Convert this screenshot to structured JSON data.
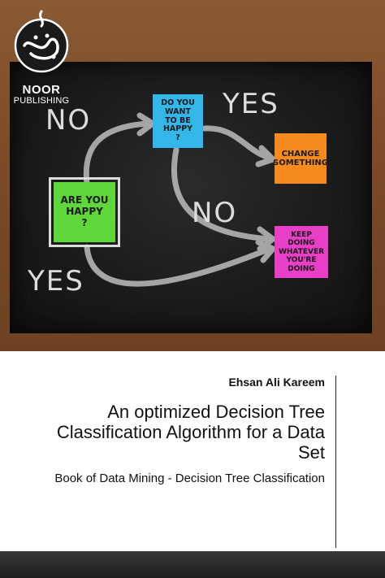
{
  "cover": {
    "board": {
      "no_top": "NO",
      "yes_top": "YES",
      "no_middle": "NO",
      "yes_bottom": "YES",
      "notes": {
        "are_you_happy": {
          "text": "ARE YOU\nHAPPY\n?",
          "color": "#5fd63a"
        },
        "do_you_want": {
          "text": "DO YOU WANT\nTO BE\nHAPPY\n?",
          "color": "#33b6e8"
        },
        "change_something": {
          "text": "CHANGE\nSOMETHING",
          "color": "#f58a1f"
        },
        "keep_doing": {
          "text": "KEEP DOING\nWHATEVER\nYOU'RE DOING",
          "color": "#e83fc6"
        }
      }
    }
  },
  "publisher": {
    "name": "NOOR",
    "sub": "PUBLISHING"
  },
  "book": {
    "author": "Ehsan Ali Kareem",
    "title": "An optimized Decision Tree Classification Algorithm for a Data Set",
    "subtitle": "Book of Data Mining - Decision Tree Classification"
  }
}
